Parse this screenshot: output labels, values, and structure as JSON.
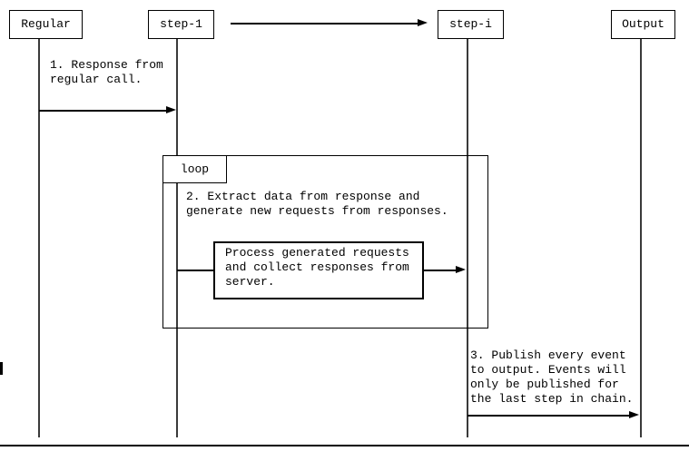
{
  "diagram": {
    "type": "sequence-diagram",
    "actors": [
      {
        "id": "regular",
        "label": "Regular"
      },
      {
        "id": "step-1",
        "label": "step-1"
      },
      {
        "id": "step-i",
        "label": "step-i"
      },
      {
        "id": "output",
        "label": "Output"
      }
    ],
    "fragments": {
      "loop": {
        "label": "loop"
      }
    },
    "messages": {
      "msg1": {
        "lines": [
          "1. Response from",
          "regular call."
        ],
        "from": "Regular",
        "to": "step-1"
      },
      "msg2": {
        "lines": [
          "2. Extract data from response and",
          "generate new requests from responses."
        ]
      },
      "process_box": {
        "lines": [
          "Process generated requests",
          "and collect responses from",
          "server."
        ],
        "from": "step-1",
        "to": "step-i"
      },
      "msg3": {
        "lines": [
          "3. Publish every event",
          "to output. Events will",
          "only be published for",
          "the last step in chain."
        ],
        "from": "step-i",
        "to": "Output"
      }
    },
    "colors": {
      "line": "#000000",
      "lifeline": "#3a3a3a",
      "text": "#000000",
      "background": "#ffffff"
    }
  }
}
